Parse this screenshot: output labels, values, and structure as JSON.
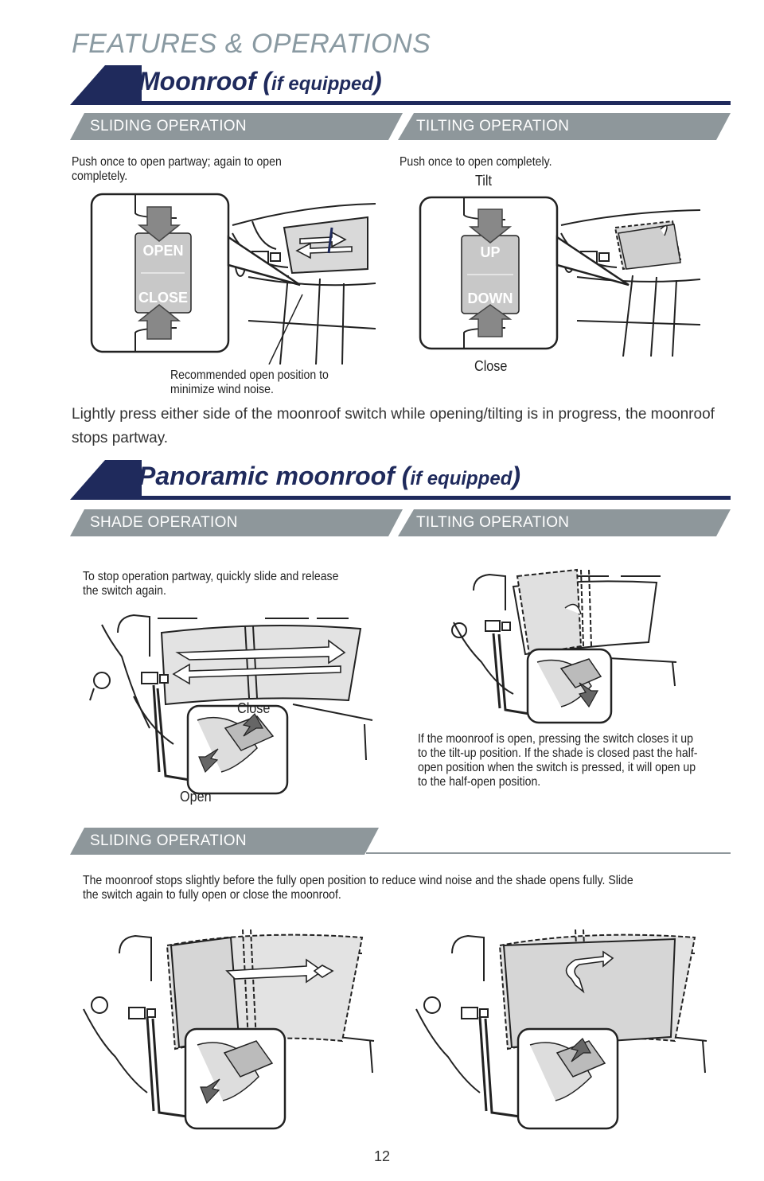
{
  "page": {
    "header": "FEATURES & OPERATIONS",
    "page_number": "12"
  },
  "moonroof": {
    "title": "Moonroof (",
    "title_small": "if equipped",
    "title_end": ")",
    "sliding_header": "SLIDING OPERATION",
    "tilting_header": "TILTING OPERATION",
    "sliding_caption": "Push once to open partway; again to open completely.",
    "tilting_caption": "Push once to open completely.",
    "switch_open": "OPEN",
    "switch_close": "CLOSE",
    "switch_up": "UP",
    "switch_down": "DOWN",
    "tilt_label": "Tilt",
    "close_label": "Close",
    "recommended_caption": "Recommended open position to minimize wind noise.",
    "note": "Lightly press either side of the moonroof switch while opening/tilting is in progress, the moonroof stops partway."
  },
  "panoramic": {
    "title": "Panoramic moonroof (",
    "title_small": "if equipped",
    "title_end": ")",
    "shade_header": "SHADE OPERATION",
    "tilting_header": "TILTING OPERATION",
    "sliding_header": "SLIDING OPERATION",
    "shade_caption": "To stop operation partway, quickly slide and release the switch again.",
    "close_label": "Close",
    "open_label": "Open",
    "tilting_caption": "If the moonroof is open, pressing the switch closes it up to the tilt-up position. If the shade is closed past the half-open position when the switch is pressed, it will open up to the half-open position.",
    "sliding_caption": "The moonroof stops slightly before the fully open position to reduce wind noise and the shade opens fully. Slide the switch again to fully open or close the moonroof."
  },
  "colors": {
    "navy": "#1f2a5c",
    "sub_header_gray": "#8e979b",
    "header_gray": "#8a9aa2"
  }
}
